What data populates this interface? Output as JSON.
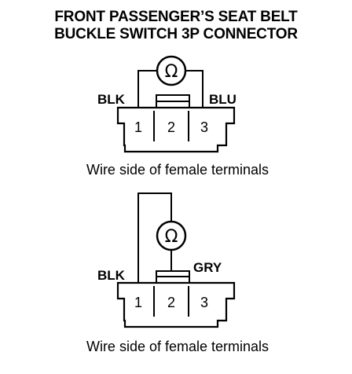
{
  "title": {
    "line1": "FRONT PASSENGER’S SEAT BELT",
    "line2": "BUCKLE SWITCH 3P CONNECTOR"
  },
  "diagram1": {
    "wire_left": "BLK",
    "wire_right": "BLU",
    "meter_symbol": "Ω",
    "pins": [
      "1",
      "2",
      "3"
    ],
    "caption": "Wire side of female terminals"
  },
  "diagram2": {
    "wire_left": "BLK",
    "wire_right": "GRY",
    "meter_symbol": "Ω",
    "pins": [
      "1",
      "2",
      "3"
    ],
    "caption": "Wire side of female terminals"
  }
}
